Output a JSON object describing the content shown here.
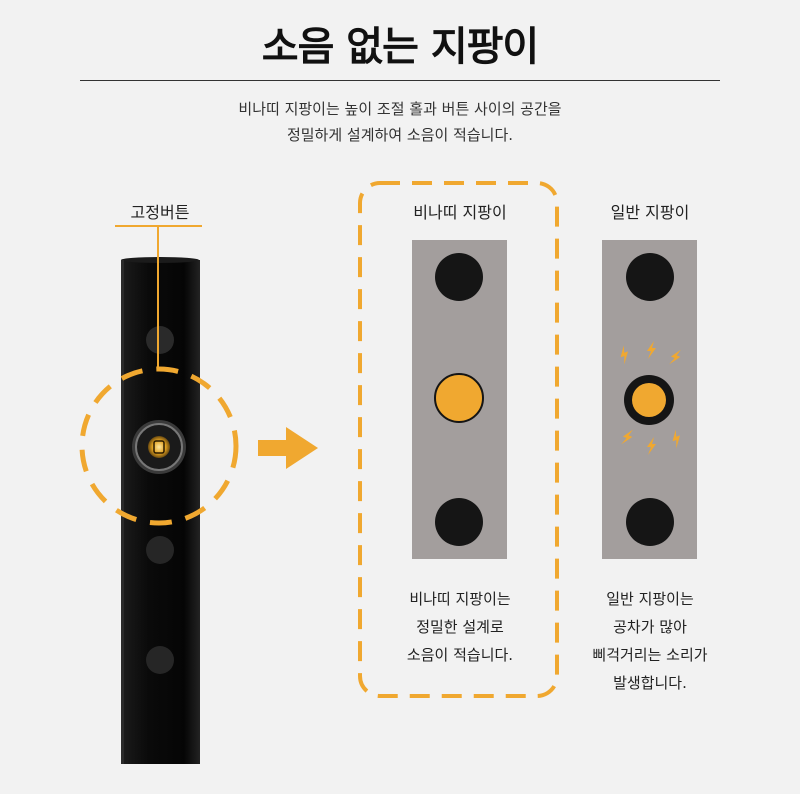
{
  "title": "소음 없는 지팡이",
  "description": {
    "line1": "비나띠 지팡이는 높이 조절 홀과 버튼 사이의 공간을",
    "line2": "정밀하게 설계하여 소음이 적습니다."
  },
  "button_label": "고정버튼",
  "comparison": {
    "left": {
      "heading": "비나띠 지팡이",
      "caption": [
        "비나띠 지팡이는",
        "정밀한 설계로",
        "소음이 적습니다."
      ]
    },
    "right": {
      "heading": "일반 지팡이",
      "caption": [
        "일반 지팡이는",
        "공차가 많아",
        "삐걱거리는 소리가",
        "발생합니다."
      ]
    }
  },
  "colors": {
    "accent": "#f0a830",
    "hole": "#151515",
    "panel": "#a39e9d",
    "cane": "#0d0d0d"
  },
  "icons": [
    "arrow-right-icon",
    "lightning-icon"
  ]
}
